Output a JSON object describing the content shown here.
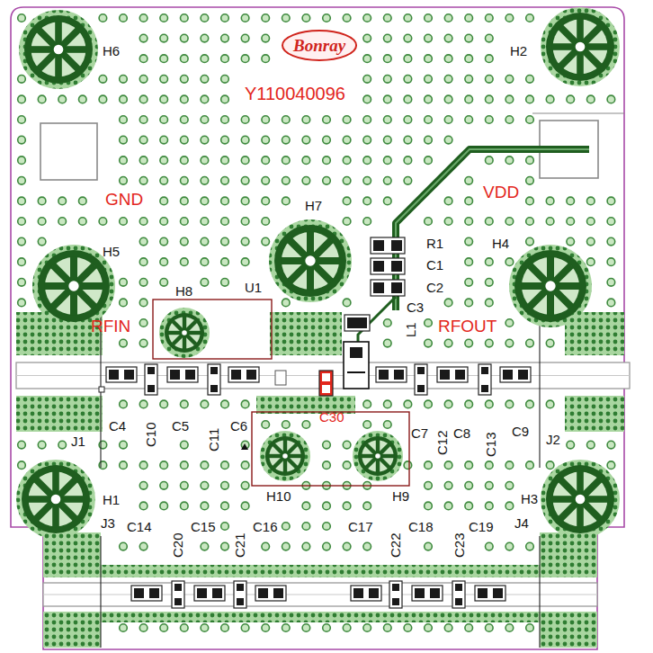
{
  "diagram": {
    "labels": [
      "Bonray",
      "Y110040096",
      "H6",
      "H2",
      "GND",
      "VDD",
      "H7",
      "R1",
      "C1",
      "C2",
      "C3",
      "H5",
      "H4",
      "H8",
      "U1",
      "RFIN",
      "L1",
      "RFOUT",
      "C4",
      "C10",
      "C5",
      "C11",
      "C6",
      "C30",
      "C7",
      "C12",
      "C8",
      "C13",
      "C9",
      "J1",
      "J2",
      "H1",
      "H10",
      "H9",
      "H3",
      "J3",
      "C14",
      "C20",
      "C15",
      "C21",
      "C16",
      "C17",
      "C22",
      "C18",
      "C23",
      "C19",
      "J4"
    ]
  }
}
